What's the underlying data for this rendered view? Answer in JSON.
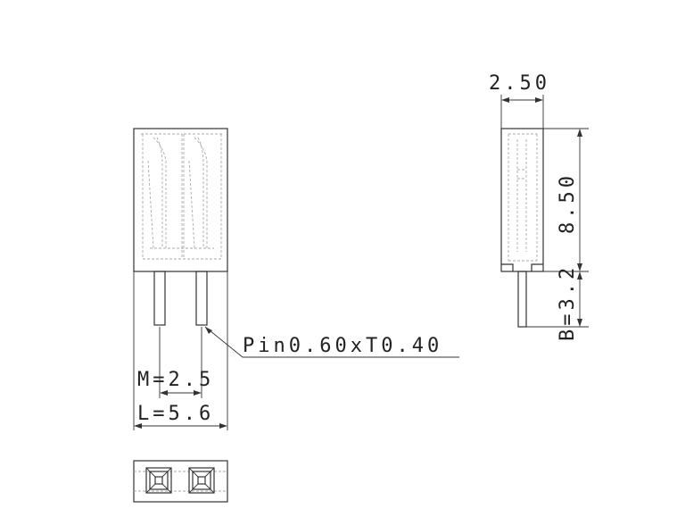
{
  "labels": {
    "width_top": "2.50",
    "height_body": "8.50",
    "height_pin": "B=3.2",
    "pin_spec": "Pin0.60xT0.40",
    "pitch": "M=2.5",
    "length": "L=5.6"
  }
}
